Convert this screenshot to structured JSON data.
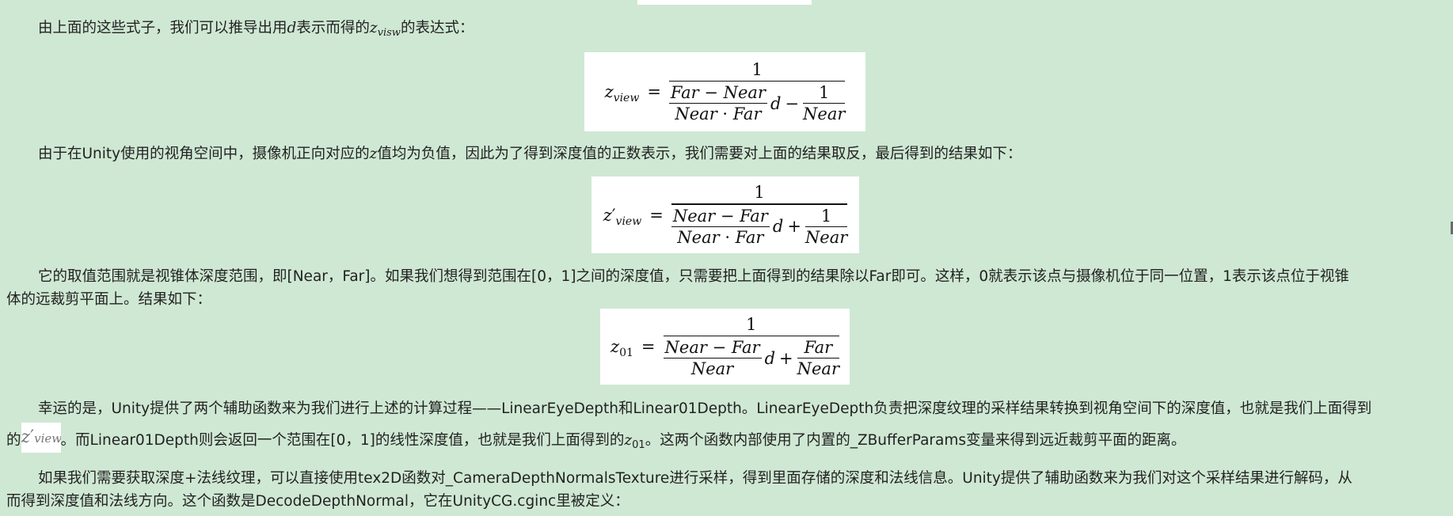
{
  "paragraphs": {
    "p1_text": "由上面的这些式子，我们可以推导出用",
    "p1_var": "d",
    "p1_mid": "表示而得的",
    "p1_z": "z",
    "p1_sub": "visw",
    "p1_end": "的表达式：",
    "p2_text": "由于在Unity使用的视角空间中，摄像机正向对应的",
    "p2_var": "z",
    "p2_end": "值均为负值，因此为了得到深度值的正数表示，我们需要对上面的结果取反，最后得到的结果如下：",
    "p3_line1": "它的取值范围就是视锥体深度范围，即[Near，Far]。如果我们想得到范围在[0，1]之间的深度值，只需要把上面得到的结果除以Far即可。这样，0就表示该点与摄像机位于同一位置，1表示该点位于视锥",
    "p3_line2": "体的远裁剪平面上。结果如下：",
    "p4_line1": "幸运的是，Unity提供了两个辅助函数来为我们进行上述的计算过程——LinearEyeDepth和Linear01Depth。LinearEyeDepth负责把深度纹理的采样结果转换到视角空间下的深度值，也就是我们上面得到",
    "p4_start2": "的",
    "p4_mid2": "。而Linear01Depth则会返回一个范围在[0，1]的线性深度值，也就是我们上面得到的",
    "p4_z01": "z",
    "p4_z01_sub": "01",
    "p4_end2": "。这两个函数内部使用了内置的_ZBufferParams变量来得到远近裁剪平面的距离。",
    "p5_line1": "如果我们需要获取深度+法线纹理，可以直接使用tex2D函数对_CameraDepthNormalsTexture进行采样，得到里面存储的深度和法线信息。Unity提供了辅助函数来为我们对这个采样结果进行解码，从",
    "p5_line2": "而得到深度值和法线方向。这个函数是DecodeDepthNormal，它在UnityCG.cginc里被定义："
  },
  "formulas": {
    "f1": "z_view = 1 / ( (Far − Near)/(Near · Far) d − 1/Near )",
    "f2": "z′_view = 1 / ( (Near − Far)/(Near · Far) d + 1/Near )",
    "f3": "z_01 = 1 / ( (Near − Far)/Near d + Far/Near )"
  },
  "inline_image": "z′_view"
}
